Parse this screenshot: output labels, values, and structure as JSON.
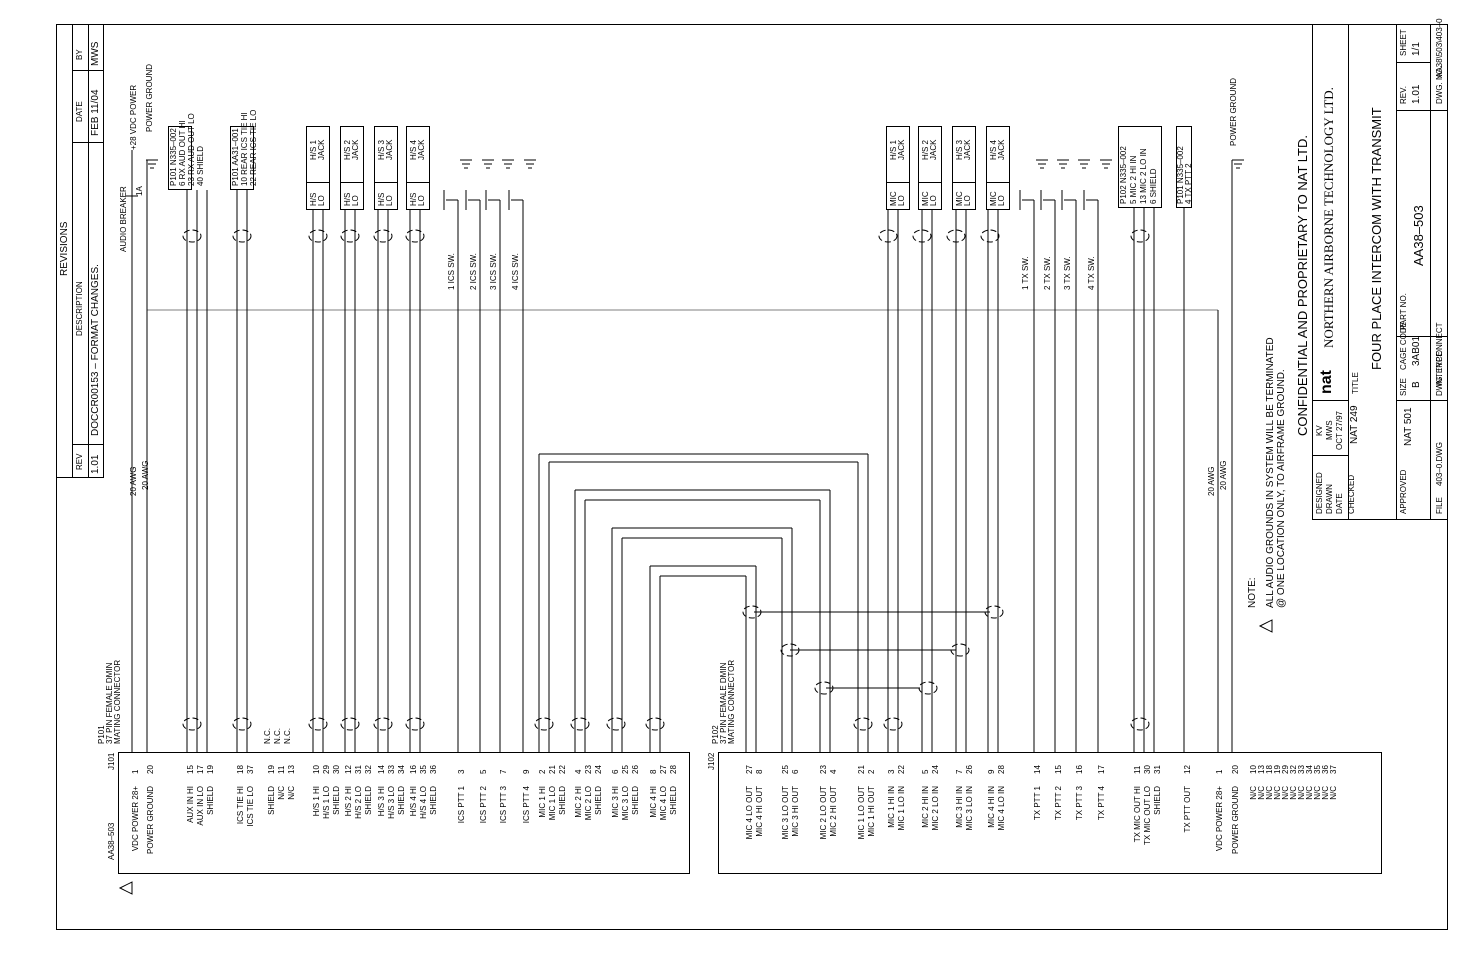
{
  "revisions": {
    "header": "REVISIONS",
    "col_rev": "REV",
    "col_desc": "DESCRIPTION",
    "col_date": "DATE",
    "col_by": "BY",
    "row": {
      "rev": "1.01",
      "desc": "DOCCR00153 – FORMAT CHANGES.",
      "date": "FEB 11/04",
      "by": "MWS"
    }
  },
  "left_block": {
    "part": "AA38–503",
    "connector_id": "J101",
    "plug_label": "P101",
    "plug_desc1": "37 PIN FEMALE DMIN",
    "plug_desc2": "MATING CONNECTOR",
    "pins": [
      {
        "sig": "+28 VDC POWER",
        "pin": "1"
      },
      {
        "sig": "POWER GROUND",
        "pin": "20"
      },
      {
        "sig": "AUX IN HI",
        "pin": "15"
      },
      {
        "sig": "AUX IN LO",
        "pin": "17"
      },
      {
        "sig": "SHIELD",
        "pin": "19"
      },
      {
        "sig": "ICS TIE HI",
        "pin": "18"
      },
      {
        "sig": "ICS TIE LO",
        "pin": "37"
      },
      {
        "sig": "SHIELD",
        "pin": "19"
      },
      {
        "sig": "N/C",
        "pin": "11"
      },
      {
        "sig": "N/C",
        "pin": "13"
      },
      {
        "sig": "H/S 1 HI",
        "pin": "10"
      },
      {
        "sig": "H/S 1 LO",
        "pin": "29"
      },
      {
        "sig": "SHIELD",
        "pin": "30"
      },
      {
        "sig": "H/S 2 HI",
        "pin": "12"
      },
      {
        "sig": "H/S 2 LO",
        "pin": "31"
      },
      {
        "sig": "SHIELD",
        "pin": "32"
      },
      {
        "sig": "H/S 3 HI",
        "pin": "14"
      },
      {
        "sig": "H/S 3 LO",
        "pin": "33"
      },
      {
        "sig": "SHIELD",
        "pin": "34"
      },
      {
        "sig": "H/S 4 HI",
        "pin": "16"
      },
      {
        "sig": "H/S 4 LO",
        "pin": "35"
      },
      {
        "sig": "SHIELD",
        "pin": "36"
      },
      {
        "sig": "ICS PTT 1",
        "pin": "3"
      },
      {
        "sig": "ICS PTT 2",
        "pin": "5"
      },
      {
        "sig": "ICS PTT 3",
        "pin": "7"
      },
      {
        "sig": "ICS PTT 4",
        "pin": "9"
      },
      {
        "sig": "MIC 1 HI",
        "pin": "2"
      },
      {
        "sig": "MIC 1 LO",
        "pin": "21"
      },
      {
        "sig": "SHIELD",
        "pin": "22"
      },
      {
        "sig": "MIC 2 HI",
        "pin": "4"
      },
      {
        "sig": "MIC 2 LO",
        "pin": "23"
      },
      {
        "sig": "SHIELD",
        "pin": "24"
      },
      {
        "sig": "MIC 3 HI",
        "pin": "6"
      },
      {
        "sig": "MIC 3 LO",
        "pin": "25"
      },
      {
        "sig": "SHIELD",
        "pin": "26"
      },
      {
        "sig": "MIC 4 HI",
        "pin": "8"
      },
      {
        "sig": "MIC 4 LO",
        "pin": "27"
      },
      {
        "sig": "SHIELD",
        "pin": "28"
      }
    ]
  },
  "right_block": {
    "connector_id": "J102",
    "plug_label": "P102",
    "plug_desc1": "37 PIN FEMALE DMIN",
    "plug_desc2": "MATING CONNECTOR",
    "pins": [
      {
        "sig": "MIC 4 LO OUT",
        "pin": "27"
      },
      {
        "sig": "MIC 4 HI OUT",
        "pin": "8"
      },
      {
        "sig": "MIC 3 LO OUT",
        "pin": "25"
      },
      {
        "sig": "MIC 3 HI OUT",
        "pin": "6"
      },
      {
        "sig": "MIC 2 LO OUT",
        "pin": "23"
      },
      {
        "sig": "MIC 2 HI OUT",
        "pin": "4"
      },
      {
        "sig": "MIC 1 LO OUT",
        "pin": "21"
      },
      {
        "sig": "MIC 1 HI OUT",
        "pin": "2"
      },
      {
        "sig": "MIC 1 HI IN",
        "pin": "3"
      },
      {
        "sig": "MIC 1 LO IN",
        "pin": "22"
      },
      {
        "sig": "MIC 2 HI IN",
        "pin": "5"
      },
      {
        "sig": "MIC 2 LO IN",
        "pin": "24"
      },
      {
        "sig": "MIC 3 HI IN",
        "pin": "7"
      },
      {
        "sig": "MIC 3 LO IN",
        "pin": "26"
      },
      {
        "sig": "MIC 4 HI IN",
        "pin": "9"
      },
      {
        "sig": "MIC 4 LO IN",
        "pin": "28"
      },
      {
        "sig": "TX PTT 1",
        "pin": "14"
      },
      {
        "sig": "TX PTT 2",
        "pin": "15"
      },
      {
        "sig": "TX PTT 3",
        "pin": "16"
      },
      {
        "sig": "TX PTT 4",
        "pin": "17"
      },
      {
        "sig": "TX MIC OUT HI",
        "pin": "11"
      },
      {
        "sig": "TX MIC OUT LO",
        "pin": "30"
      },
      {
        "sig": "SHIELD",
        "pin": "31"
      },
      {
        "sig": "TX PTT OUT",
        "pin": "12"
      },
      {
        "sig": "+28 VDC POWER",
        "pin": "1"
      },
      {
        "sig": "POWER GROUND",
        "pin": "20"
      },
      {
        "sig": "N/C",
        "pin": "10"
      },
      {
        "sig": "N/C",
        "pin": "13"
      },
      {
        "sig": "N/C",
        "pin": "18"
      },
      {
        "sig": "N/C",
        "pin": "19"
      },
      {
        "sig": "N/C",
        "pin": "29"
      },
      {
        "sig": "N/C",
        "pin": "32"
      },
      {
        "sig": "N/C",
        "pin": "33"
      },
      {
        "sig": "N/C",
        "pin": "34"
      },
      {
        "sig": "N/C",
        "pin": "35"
      },
      {
        "sig": "N/C",
        "pin": "36"
      },
      {
        "sig": "N/C",
        "pin": "37"
      }
    ]
  },
  "top_labels": {
    "vdc_power": "+28 VDC POWER",
    "power_ground": "POWER GROUND",
    "audio_breaker": "AUDIO BREAKER",
    "breaker_amps": "1A",
    "awg_1": "20 AWG",
    "awg_2": "20 AWG",
    "awg_3": "20 AWG",
    "awg_4": "20 AWG",
    "power_ground_right": "POWER GROUND"
  },
  "left_devices": {
    "p101_a": [
      "P101  N335–002",
      "6  RX AUD OUT HI",
      "23  RX AUD OUT LO",
      "40  SHIELD"
    ],
    "p101_b": [
      "P101  AA31–001",
      "10  REAR ICS TIE HI",
      "22  REAR ICS TIE LO"
    ],
    "jacks": [
      {
        "top1": "H/S 1",
        "top2": "JACK",
        "lo1": "H/S",
        "lo2": "LO"
      },
      {
        "top1": "H/S 2",
        "top2": "JACK",
        "lo1": "H/S",
        "lo2": "LO"
      },
      {
        "top1": "H/S 3",
        "top2": "JACK",
        "lo1": "H/S",
        "lo2": "LO"
      },
      {
        "top1": "H/S 4",
        "top2": "JACK",
        "lo1": "H/S",
        "lo2": "LO"
      }
    ],
    "switches": [
      "1 ICS SW.",
      "2 ICS SW.",
      "3 ICS SW.",
      "4 ICS SW."
    ],
    "nc_labels": [
      "N.C.",
      "N.C.",
      "N.C."
    ]
  },
  "right_devices": {
    "jacks": [
      {
        "top1": "H/S 1",
        "top2": "JACK",
        "lo1": "MIC",
        "lo2": "LO"
      },
      {
        "top1": "H/S 2",
        "top2": "JACK",
        "lo1": "MIC",
        "lo2": "LO"
      },
      {
        "top1": "H/S 3",
        "top2": "JACK",
        "lo1": "MIC",
        "lo2": "LO"
      },
      {
        "top1": "H/S 4",
        "top2": "JACK",
        "lo1": "MIC",
        "lo2": "LO"
      }
    ],
    "switches": [
      "1 TX SW.",
      "2 TX SW.",
      "3 TX SW.",
      "4 TX SW."
    ],
    "p102_a": [
      "P102  N335–002",
      "5  MIC 2 HI IN",
      "13  MIC 2 LO IN",
      "6  SHIELD"
    ],
    "p101_c": [
      "P101  N335–002",
      "4  TX PTT 2"
    ]
  },
  "note": {
    "title": "NOTE:",
    "line1": "ALL AUDIO GROUNDS IN SYSTEM WILL BE TERMINATED",
    "line2": "@ ONE LOCATION ONLY, TO AIRFRAME GROUND."
  },
  "title_block": {
    "confidential": "CONFIDENTIAL AND PROPRIETARY TO NAT LTD.",
    "company": "NORTHERN AIRBORNE TECHNOLOGY LTD.",
    "logo": "nat",
    "designed_label": "DESIGNED",
    "designed": "KV",
    "drawn_label": "DRAWN",
    "drawn": "MWS",
    "date_label": "DATE",
    "date": "OCT 27/97",
    "checked_label": "CHECKED",
    "checked": "NAT 249",
    "approved_label": "APPROVED",
    "approved": "NAT 501",
    "title_label": "TITLE",
    "title": "FOUR PLACE INTERCOM WITH TRANSMIT",
    "size_label": "SIZE",
    "size": "B",
    "cage_label": "CAGE CODE",
    "cage": "3AB01",
    "part_label": "PART NO.",
    "part": "AA38–503",
    "rev_label": "REV.",
    "rev": "1.01",
    "sheet_label": "SHEET",
    "sheet": "1/1",
    "file_label": "FILE",
    "file": "403–0.DWG",
    "dwg_type_label": "DWG. TYPE",
    "dwg_type": "INTERCONNECT",
    "dwg_no_label": "DWG. NO.",
    "dwg_no": "AA38\\503\\403–0"
  }
}
